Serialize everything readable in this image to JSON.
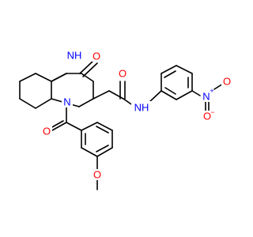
{
  "molecule": {
    "colors": {
      "carbon_bond": "#000000",
      "nitrogen": "#0000ff",
      "oxygen": "#ff0000"
    },
    "labels": {
      "nh_ring": "NH",
      "o_lactam": "O",
      "n_ring": "N",
      "o_amide": "O",
      "nh_amide": "NH",
      "n_nitro": "N",
      "n_nitro_charge": "+",
      "o_nitro_top": "O",
      "o_nitro_bottom": "O",
      "o_nitro_bottom_charge": "−",
      "o_benzoyl": "O",
      "o_methoxy": "O"
    }
  }
}
